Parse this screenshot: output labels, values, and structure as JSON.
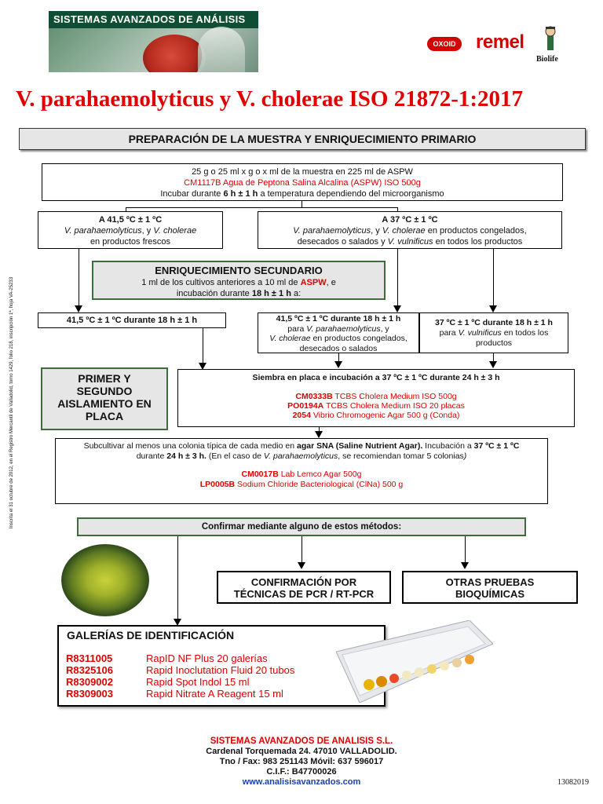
{
  "header": {
    "banner_title": "SISTEMAS AVANZADOS DE ANÁLISIS",
    "oxoid": "OXOID",
    "remel": "remel",
    "biolife": "Biolife"
  },
  "title": "V. parahaemolyticus y V. cholerae ISO 21872-1:2017",
  "section1": "PREPARACIÓN DE LA MUESTRA Y ENRIQUECIMIENTO PRIMARIO",
  "sample": {
    "line1": "25 g o 25 ml x g o x ml de la muestra en 225 ml de ASPW",
    "code": "CM1117B",
    "product": "Agua de Peptona Salina Alcalina (ASPW) ISO 500g",
    "l3a": "Incubar durante",
    "l3b": "6 h ± 1 h",
    "l3c": "a temperatura dependiendo del microorganismo"
  },
  "left41": {
    "t1": "A 41,5 ºC ± 1 ºC",
    "t2a": "V. parahaemolyticus",
    "t2b": ", y",
    "t2c": "V. cholerae",
    "t3": "en productos frescos"
  },
  "right37": {
    "t1": "A 37 ºC ± 1 ºC",
    "t2a": "V. parahaemolyticus",
    "t2b": ", y",
    "t2c": "V. cholerae",
    "t2d": "en productos congelados,",
    "t3a": "desecados o salados y",
    "t3b": "V. vulnificus",
    "t3c": "en todos los productos"
  },
  "secondary": {
    "title": "ENRIQUECIMIENTO SECUNDARIO",
    "l1a": "1 ml de los cultivos anteriores a 10 ml de",
    "l1b": "ASPW",
    "l1c": ", e",
    "l2a": "incubación durante",
    "l2b": "18 h ± 1 h",
    "l2c": "a:"
  },
  "inc1": {
    "a": "41,5 ºC ± 1 ºC  durante",
    "b": "18 h ± 1 h"
  },
  "inc2": {
    "a": "41,5 ºC ± 1 ºC  durante",
    "b": "18 h ± 1 h",
    "c": "para",
    "d": "V. parahaemolyticus",
    "e": ", y",
    "f": "V. cholerae",
    "g": "en productos congelados,",
    "h": "desecados o salados"
  },
  "inc3": {
    "a": "37 ºC ± 1 ºC  durante",
    "b": "18 h ± 1 h",
    "c": "para",
    "d": "V. vulnificus",
    "e": "en todos los",
    "f": "productos"
  },
  "isolation": {
    "label": "PRIMER Y SEGUNDO AISLAMIENTO EN PLACA",
    "l1a": "Siembra en placa e incubación a 37 ºC ± 1 ºC  durante",
    "l1b": "24 h ± 3 h",
    "media": [
      {
        "code": "CM0333B",
        "name": "TCBS Cholera Medium  ISO 500g"
      },
      {
        "code": "PO0194A",
        "name": "TCBS Cholera Medium  ISO 20 placas"
      },
      {
        "code": "2054",
        "name": "Vibrio Chromogenic Agar 500 g (Conda)"
      }
    ]
  },
  "subculture": {
    "l1a": "Subcultivar al menos una colonia típica de cada medio en",
    "l1b": "agar SNA (Saline Nutrient Agar).",
    "l1c": "Incubación a",
    "l1d": "37 ºC ± 1 ºC",
    "l2a": "durante",
    "l2b": "24 h ± 3 h.",
    "l2c": "(En el caso de",
    "l2d": "V. parahaemolyticus",
    "l2e": ", se recomiendan tomar 5 colonias",
    "l2f": ")",
    "media": [
      {
        "code": "CM0017B",
        "name": "Lab Lemco Agar 500g"
      },
      {
        "code": "LP0005B",
        "name": "Sodium Chloride Bacteriological (ClNa) 500 g"
      }
    ]
  },
  "confirm": "Confirmar mediante alguno de estos métodos:",
  "pcr": "CONFIRMACIÓN POR TÉCNICAS DE PCR / RT-PCR",
  "other": "OTRAS PRUEBAS BIOQUÍMICAS",
  "galleries": {
    "title": "GALERÍAS DE IDENTIFICACIÓN",
    "items": [
      {
        "code": "R8311005",
        "name": "RapID NF Plus 20 galerías"
      },
      {
        "code": "R8325106",
        "name": "Rapid Inoclutation Fluid 20 tubos"
      },
      {
        "code": "R8309002",
        "name": "Rapid Spot Indol 15 ml"
      },
      {
        "code": "R8309003",
        "name": "Rapid Nitrate A Reagent 15 ml"
      }
    ]
  },
  "side_text": "Inscrita el 31 octubre de 2012, en el Registro Mercantil de Valladolid, tomo 1429, folio 218, inscripción 1ª, hoja VA-25233",
  "footer": {
    "company": "SISTEMAS AVANZADOS DE ANALISIS S.L.",
    "address": "Cardenal Torquemada 24. 47010 VALLADOLID.",
    "phone": "Tno / Fax: 983 251143 Móvil: 637 596017",
    "cif": "C.I.F.: B47700026",
    "web": "www.analisisavanzados.com",
    "code": "13082019"
  },
  "colors": {
    "accent_red": "#e00000",
    "banner_green": "#0f4d34",
    "box_border_green": "#3d6b3d"
  }
}
